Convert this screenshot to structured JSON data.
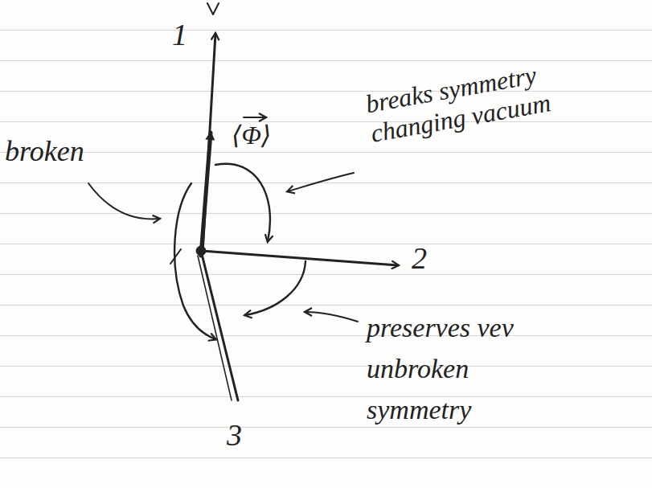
{
  "diagram": {
    "labels": [
      "1",
      "⟨Φ⟩",
      "broken",
      "breaks symmetry changing vacuum",
      "2",
      "preserves vev unbroken symmetry",
      "3"
    ]
  }
}
